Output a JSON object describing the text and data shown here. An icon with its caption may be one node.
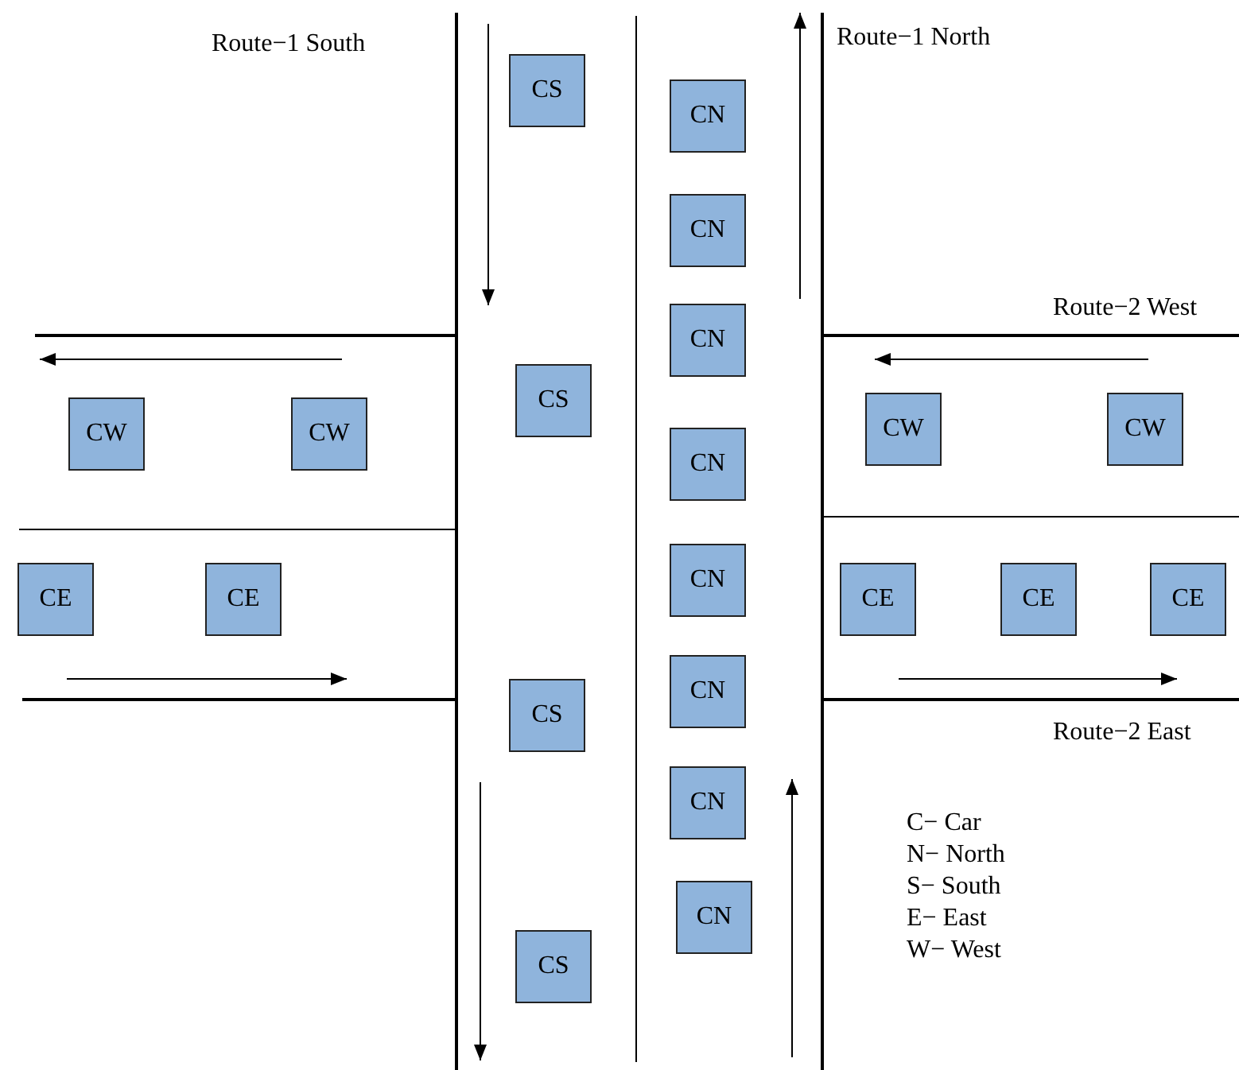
{
  "diagram": {
    "nodes": [
      {
        "text": [
          "CS"
        ]
      },
      {
        "text": [
          "CN"
        ]
      },
      {
        "text": [
          "CN"
        ]
      },
      {
        "text": [
          "CN"
        ]
      },
      {
        "text": [
          "CS"
        ]
      },
      {
        "text": [
          "CW"
        ]
      },
      {
        "text": [
          "CW"
        ]
      },
      {
        "text": [
          "CW"
        ]
      },
      {
        "text": [
          "CW"
        ]
      },
      {
        "text": [
          "CN"
        ]
      },
      {
        "text": [
          "CN"
        ]
      },
      {
        "text": [
          "CE"
        ]
      },
      {
        "text": [
          "CE"
        ]
      },
      {
        "text": [
          "CE"
        ]
      },
      {
        "text": [
          "CE"
        ]
      },
      {
        "text": [
          "CE"
        ]
      },
      {
        "text": [
          "CN"
        ]
      },
      {
        "text": [
          "CS"
        ]
      },
      {
        "text": [
          "CN"
        ]
      },
      {
        "text": [
          "CN"
        ]
      },
      {
        "text": [
          "CS"
        ]
      }
    ],
    "labels": [
      "Route−1 South",
      "Route−1 North",
      "Route−2 West",
      "Route−2 East",
      "C− Car",
      "N− North",
      "S− South",
      "E− East",
      "W− West"
    ]
  }
}
